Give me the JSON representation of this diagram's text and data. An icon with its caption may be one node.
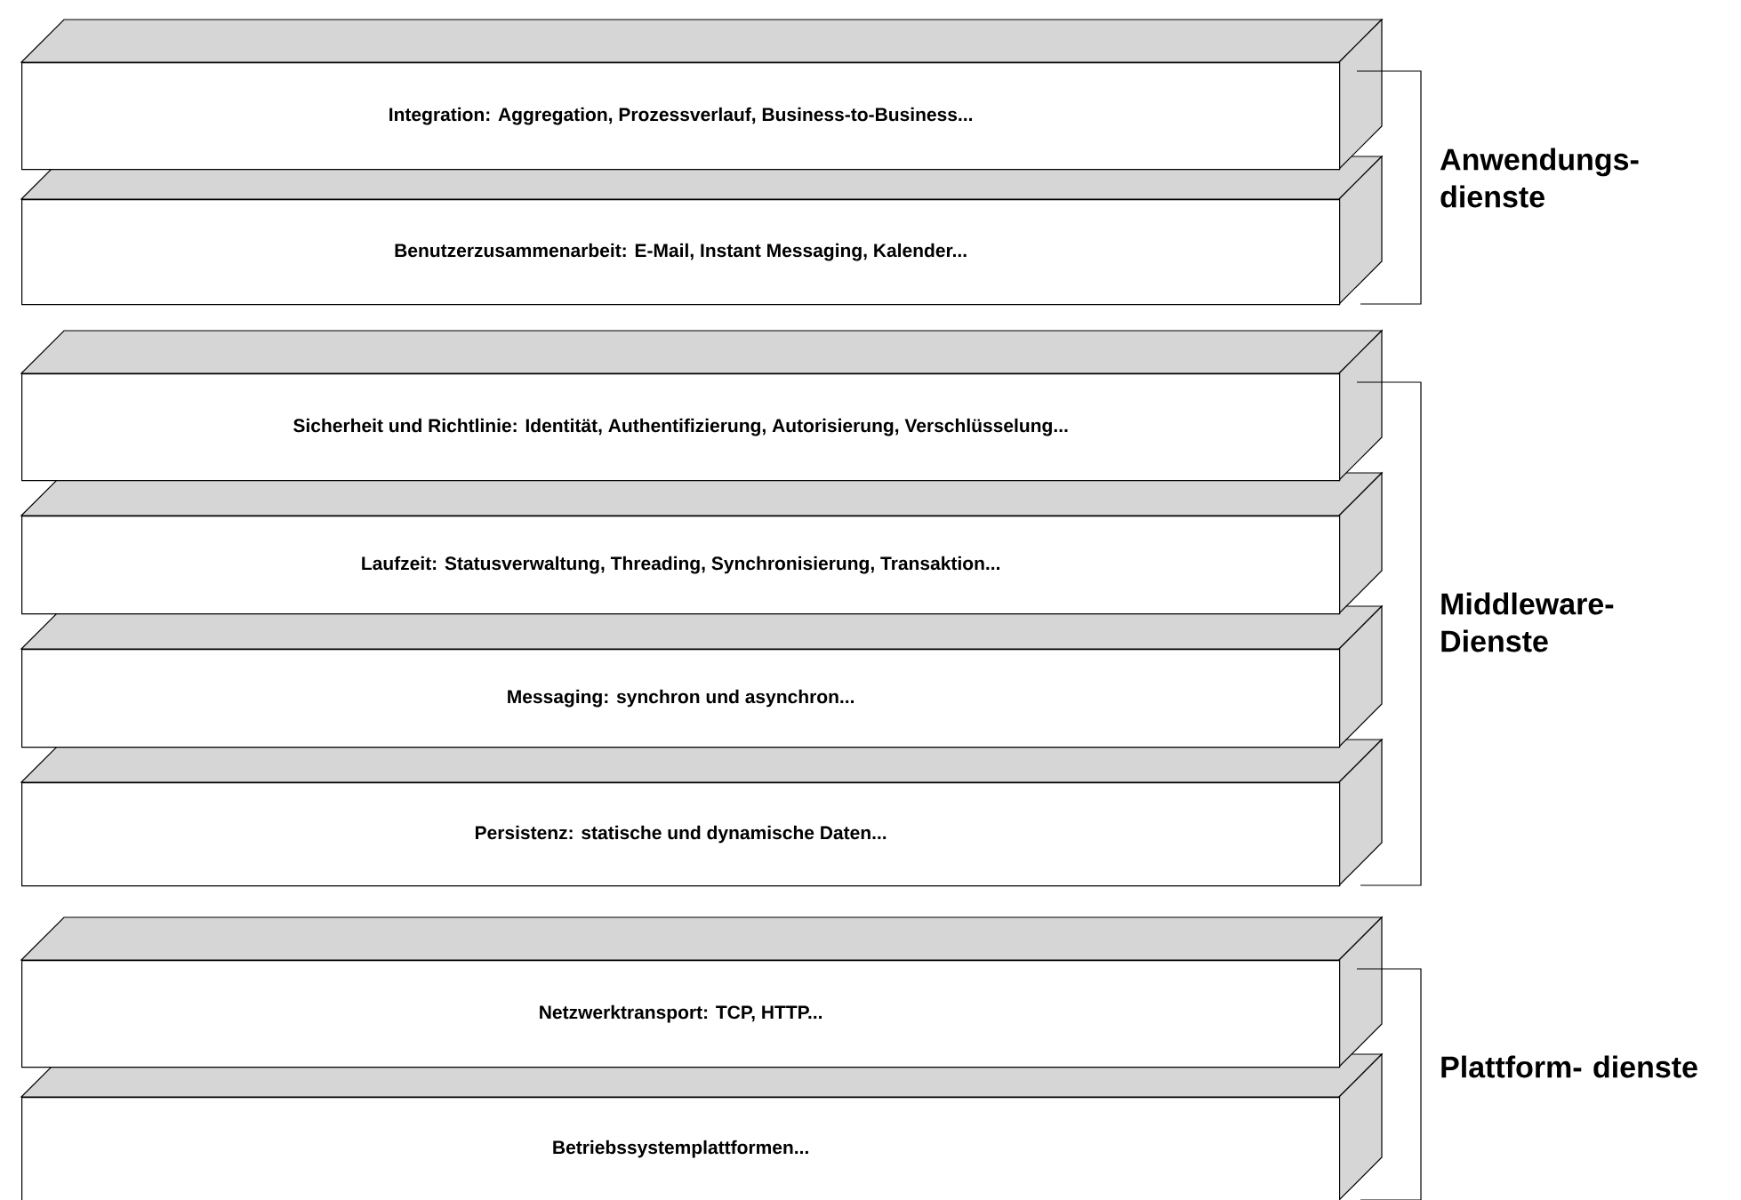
{
  "diagram": {
    "nodes": [
      {
        "text": [
          "Integration: Aggregation, Prozessverlauf, Business-to-Business..."
        ]
      },
      {
        "text": [
          "Benutzerzusammenarbeit: E-Mail, Instant Messaging, Kalender..."
        ]
      },
      {
        "text": [
          "Sicherheit und Richtlinie: Identität, Authentifizierung, Autorisierung, Verschlüsselung..."
        ]
      },
      {
        "text": [
          "Laufzeit: Statusverwaltung, Threading, Synchronisierung, Transaktion..."
        ]
      },
      {
        "text": [
          "Messaging: synchron und asynchron..."
        ]
      },
      {
        "text": [
          "Persistenz: statische und dynamische Daten..."
        ]
      },
      {
        "text": [
          "Netzwerktransport: TCP, HTTP..."
        ]
      },
      {
        "text": [
          "Betriebssystemplattformen..."
        ]
      }
    ],
    "labels": [
      "Anwendungs- dienste",
      "Middleware- Dienste",
      "Plattform- dienste"
    ]
  }
}
